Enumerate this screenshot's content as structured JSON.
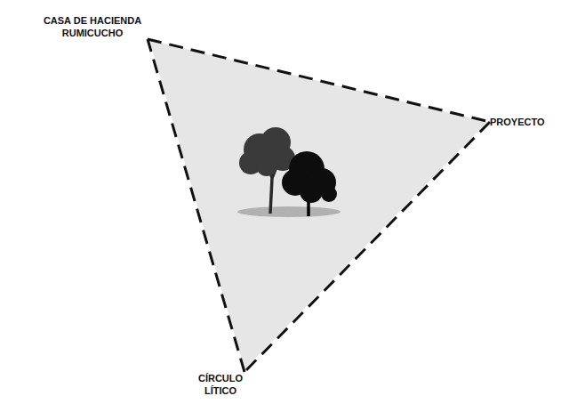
{
  "diagram": {
    "nodes": [
      {
        "text": [
          "CASA DE HACIENDA RUMICUCHO"
        ]
      },
      {
        "text": [
          "PROYECTO"
        ]
      },
      {
        "text": [
          "CÍRCULO LÍTICO"
        ]
      }
    ],
    "edges": [
      {
        "from": 0,
        "to": 1,
        "arrow": "none"
      },
      {
        "from": 1,
        "to": 2,
        "arrow": "none"
      },
      {
        "from": 2,
        "to": 0,
        "arrow": "none"
      }
    ]
  }
}
